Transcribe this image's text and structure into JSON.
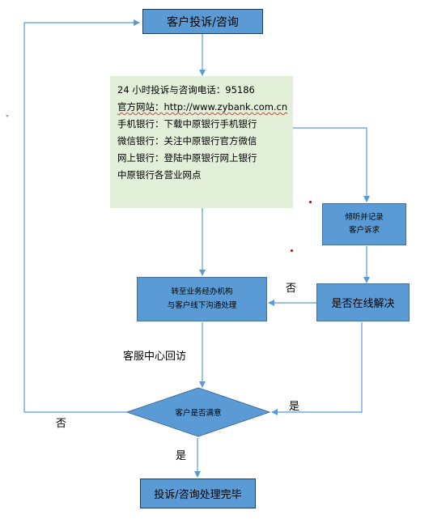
{
  "nodes": {
    "start": "客户投诉/咨询",
    "info": {
      "lines": [
        "24 小时投诉与咨询电话：95186",
        "官方网站：http://www.zybank.com.cn",
        "手机银行：下载中原银行手机银行",
        "微信银行：关注中原银行官方微信",
        "网上银行：登陆中原银行网上银行",
        "中原银行各营业网点"
      ]
    },
    "record": [
      "倾听并记录",
      "客户诉求"
    ],
    "transfer": [
      "转至业务经办机构",
      "与客户线下沟通处理"
    ],
    "online_resolved": "是否在线解决",
    "satisfied": "客户是否满意",
    "end": "投诉/咨询处理完毕"
  },
  "labels": {
    "no_online": "否",
    "callback": "客服中心回访",
    "yes_online": "是",
    "no_satisfied": "否",
    "yes_satisfied": "是"
  },
  "colors": {
    "box_fill": "#5b9bd5",
    "box_border": "#41719c",
    "info_fill": "#e2efd9",
    "arrow": "#5b9bd5"
  }
}
